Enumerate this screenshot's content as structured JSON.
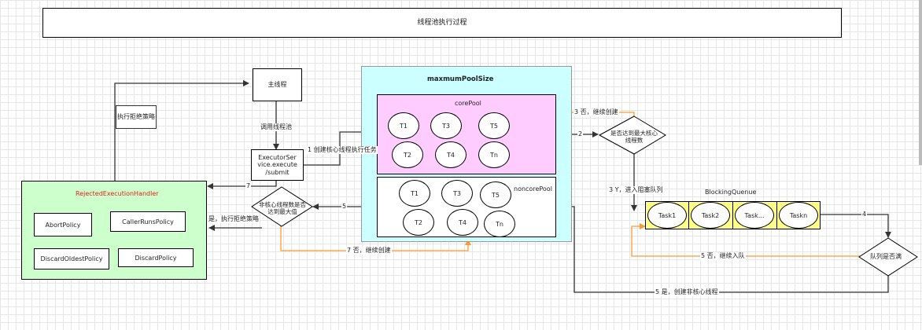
{
  "title": "线程池执行过程",
  "main_thread": "主线程",
  "executor_service": "ExecutorSer vice.execute /submit",
  "max_pool_label": "maxmumPoolSize",
  "core_pool_label": "corePool",
  "noncore_pool_label": "noncorePool",
  "core_threads": [
    "T1",
    "T3",
    "T5",
    "T2",
    "T4",
    "Tn"
  ],
  "noncore_threads": [
    "T1",
    "T3",
    "T5",
    "T2",
    "T4",
    "Tn"
  ],
  "handler": {
    "title": "RejectedExecutionHandler",
    "policies": [
      "AbortPolicy",
      "CallerRunsPolicy",
      "DiscardOldestPolicy",
      "DiscardPolicy"
    ]
  },
  "queue": {
    "title": "BlockingQuenue",
    "tasks": [
      "Task1",
      "Task2",
      "Task...",
      "Taskn"
    ]
  },
  "decisions": {
    "core_full": "是否达到最大核心线程数",
    "queue_full": "队列是否满",
    "noncore_full": "非核心线程数是否达到最大值"
  },
  "labels": {
    "reject_policy": "执行拒绝策略",
    "call_pool": "调用线程池",
    "step1": "1 创建核心线程执行任务",
    "step2": "2",
    "step3_no": "3 否，继续创建",
    "step3_yes": "3 Y，进入阻塞队列",
    "step4": "4",
    "step5_no": "5 否，继续入队",
    "step5_yes": "5 是，创建非核心线程",
    "step5": "5",
    "step6_yes": "是，执行拒绝策略",
    "step7": "7",
    "step7_no": "7 否，继续创建"
  },
  "colors": {
    "max_pool_bg": "#ccffff",
    "core_pool_bg": "#ffccff",
    "handler_bg": "#ccffcc",
    "queue_bg": "#ffff88",
    "orange_line": "#ff9933",
    "handler_title": "#e02020"
  }
}
